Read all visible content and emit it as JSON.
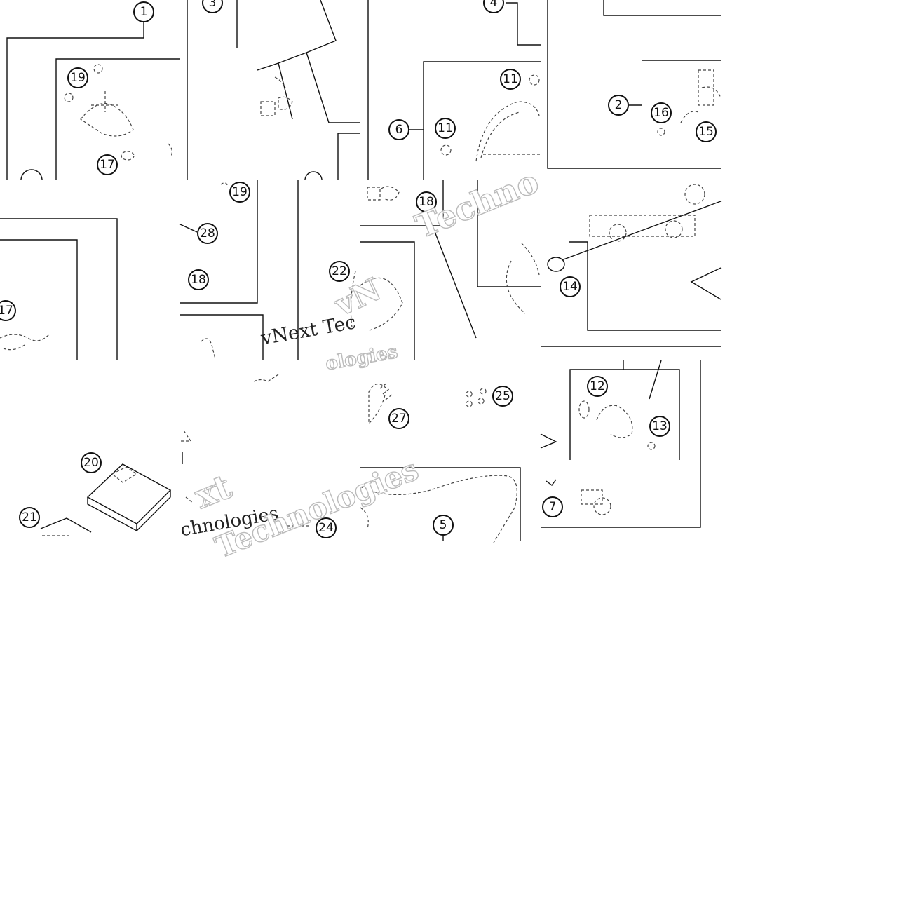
{
  "diagram": {
    "tile_order": [
      "Top-left",
      "Top-center-left",
      "Top-center-right",
      "Top-right",
      "Middle-left",
      "Middle-center-left",
      "Middle-center-right",
      "Middle-right",
      "Bottom-left",
      "Bottom-center-left",
      "Bottom-center-right",
      "Bottom-right"
    ],
    "callouts": [
      {
        "id": "c1",
        "tile": 0,
        "label": "1"
      },
      {
        "id": "c19a",
        "tile": 0,
        "label": "19"
      },
      {
        "id": "c17a",
        "tile": 0,
        "label": "17"
      },
      {
        "id": "c3",
        "tile": 1,
        "label": "3"
      },
      {
        "id": "c4a",
        "tile": 2,
        "label": "4"
      },
      {
        "id": "c11a",
        "tile": 2,
        "label": "11"
      },
      {
        "id": "c6",
        "tile": 2,
        "label": "6"
      },
      {
        "id": "c11b",
        "tile": 2,
        "label": "11"
      },
      {
        "id": "c2",
        "tile": 3,
        "label": "2"
      },
      {
        "id": "c16",
        "tile": 3,
        "label": "16"
      },
      {
        "id": "c15",
        "tile": 3,
        "label": "15"
      },
      {
        "id": "c17b",
        "tile": 4,
        "label": "17"
      },
      {
        "id": "c19b",
        "tile": 5,
        "label": "19"
      },
      {
        "id": "c28",
        "tile": 5,
        "label": "28"
      },
      {
        "id": "c18a",
        "tile": 5,
        "label": "18"
      },
      {
        "id": "c22",
        "tile": 5,
        "label": "22"
      },
      {
        "id": "c18b",
        "tile": 6,
        "label": "18"
      },
      {
        "id": "c14",
        "tile": 7,
        "label": "14"
      },
      {
        "id": "c20",
        "tile": 8,
        "label": "20"
      },
      {
        "id": "c21",
        "tile": 8,
        "label": "21"
      },
      {
        "id": "c24",
        "tile": 9,
        "label": "24"
      },
      {
        "id": "c25",
        "tile": 10,
        "label": "25"
      },
      {
        "id": "c27",
        "tile": 10,
        "label": "27"
      },
      {
        "id": "c5",
        "tile": 10,
        "label": "5"
      },
      {
        "id": "c12",
        "tile": 11,
        "label": "12"
      },
      {
        "id": "c13",
        "tile": 11,
        "label": "13"
      },
      {
        "id": "c7",
        "tile": 11,
        "label": "7"
      }
    ],
    "watermarks": [
      {
        "id": "w1",
        "text": "vNext Tec"
      },
      {
        "id": "w2",
        "text": "ologies"
      },
      {
        "id": "w3",
        "text": "Techno"
      },
      {
        "id": "w4",
        "text": "xt"
      },
      {
        "id": "w5",
        "text": "chnologies"
      },
      {
        "id": "w6",
        "text": "Technologies"
      },
      {
        "id": "w7",
        "text": "vN"
      }
    ]
  }
}
